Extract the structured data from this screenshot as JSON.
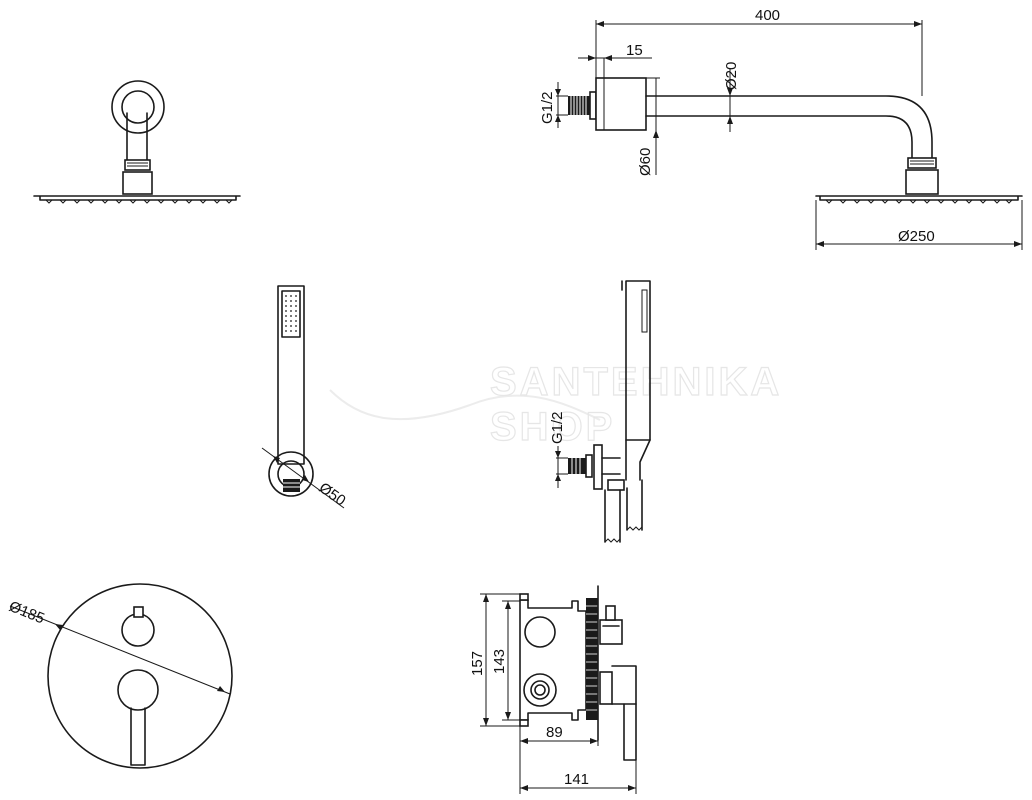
{
  "dimensions": {
    "arm_length": "400",
    "flange_depth": "15",
    "arm_diameter": "Ø20",
    "thread_overhead": "G1/2",
    "flange_diameter": "Ø60",
    "shower_head_diameter": "Ø250",
    "hand_shower_outlet_diameter": "Ø50",
    "thread_hand": "G1/2",
    "mixer_plate_diameter": "Ø185",
    "box_height_outer": "157",
    "box_height_inner": "143",
    "box_depth": "89",
    "total_depth": "141"
  },
  "watermark": {
    "line1": "SANTEHNIKA",
    "line2": "SHOP"
  }
}
